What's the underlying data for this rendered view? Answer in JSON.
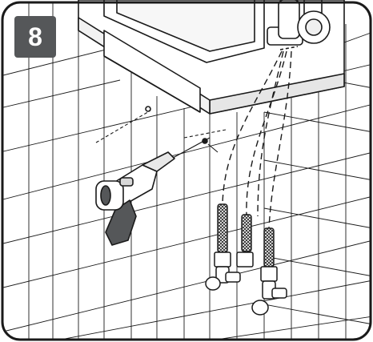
{
  "step": {
    "number": "8"
  },
  "colors": {
    "badge": "#555759",
    "line": "#1a1a1a",
    "frame_border": "#1a1a1a",
    "background": "#ffffff"
  },
  "illustration": {
    "sink": "undermount-sink-basin",
    "faucet": "single-lever-faucet",
    "tool": "cordless-drill",
    "hoses": 3,
    "valves": 2
  }
}
